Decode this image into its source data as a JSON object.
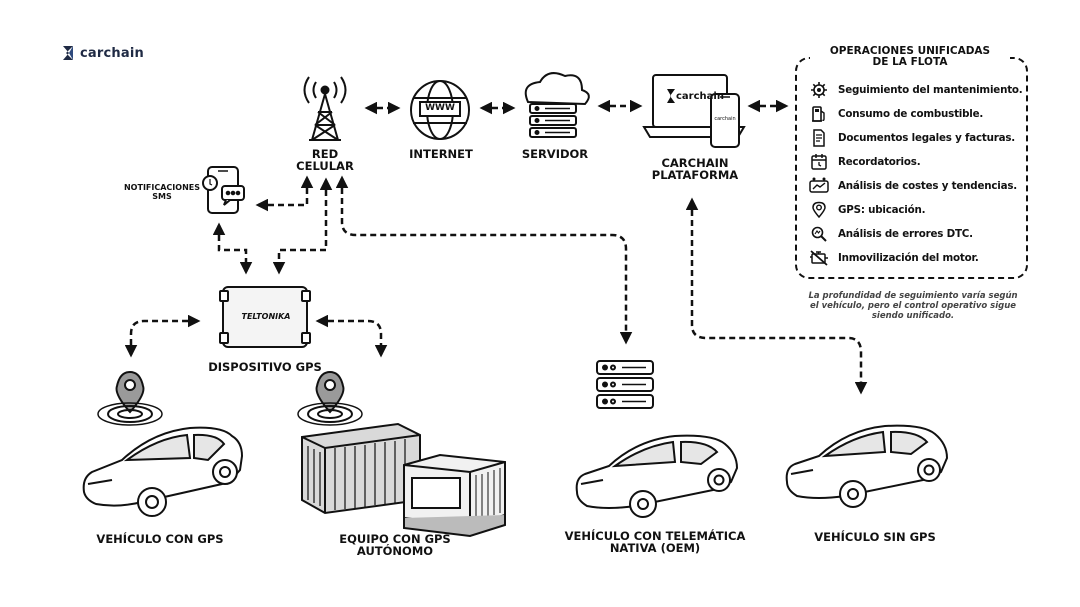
{
  "brand": {
    "name": "carchain",
    "accent": "#1f2a44",
    "icon": "carchain-logo-icon"
  },
  "nodes": {
    "red_celular": [
      "RED",
      "CELULAR"
    ],
    "internet": "INTERNET",
    "servidor": "SERVIDOR",
    "plataforma": [
      "CARCHAIN",
      "PLATAFORMA"
    ],
    "notificaciones": [
      "NOTIFICACIONES",
      "SMS"
    ],
    "dispositivo_gps": "DISPOSITIVO GPS",
    "device_brand": "TELTONIKA",
    "www": "WWW",
    "laptop_brand": "carchain",
    "phone_brand": "carchain"
  },
  "endpoints": {
    "vehiculo_gps": "VEHÍCULO CON GPS",
    "equipo_gps": [
      "EQUIPO CON GPS",
      "AUTÓNOMO"
    ],
    "vehiculo_oem": [
      "VEHÍCULO CON TELEMÁTICA",
      "NATIVA (OEM)"
    ],
    "vehiculo_sin_gps": "VEHÍCULO SIN GPS"
  },
  "operations": {
    "title": [
      "OPERACIONES UNIFICADAS",
      "DE LA FLOTA"
    ],
    "items": [
      {
        "label": "Seguimiento del mantenimiento.",
        "icon": "gear-icon"
      },
      {
        "label": "Consumo de combustible.",
        "icon": "fuel-pump-icon"
      },
      {
        "label": "Documentos legales y facturas.",
        "icon": "document-icon"
      },
      {
        "label": "Recordatorios.",
        "icon": "calendar-icon"
      },
      {
        "label": "Análisis de costes y tendencias.",
        "icon": "cost-chart-icon"
      },
      {
        "label": "GPS: ubicación.",
        "icon": "location-pin-icon"
      },
      {
        "label": "Análisis de errores DTC.",
        "icon": "diagnostic-search-icon"
      },
      {
        "label": "Inmovilización del motor.",
        "icon": "engine-lock-icon"
      }
    ],
    "note": "La profundidad de seguimiento varía según el vehículo, pero el control operativo sigue siendo unificado."
  }
}
